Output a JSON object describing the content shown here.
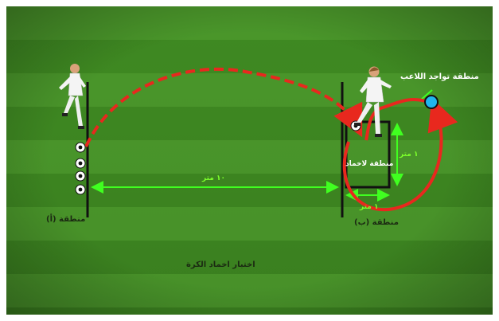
{
  "labels": {
    "zone_a": "منطقة (أ)",
    "zone_b": "منطقة (ب)",
    "player_zone": "منطقة تواجد اللاعب",
    "control_zone": "منطقة لاخماد",
    "distance_long": "١٠ متر",
    "distance_box_side": "١ متر",
    "distance_box_bottom": "١ متر",
    "test_title": "اختبار اخماد الكرة"
  },
  "colors": {
    "field_light": "#4a9a2a",
    "field_dark": "#3a7d1f",
    "pass_path": "#e8281e",
    "measure_line": "#40ff20",
    "player_marker": "#1fb6ee",
    "boundary_line": "#111111"
  },
  "icons": [
    "soccer-ball-icon",
    "player-marker-icon"
  ]
}
